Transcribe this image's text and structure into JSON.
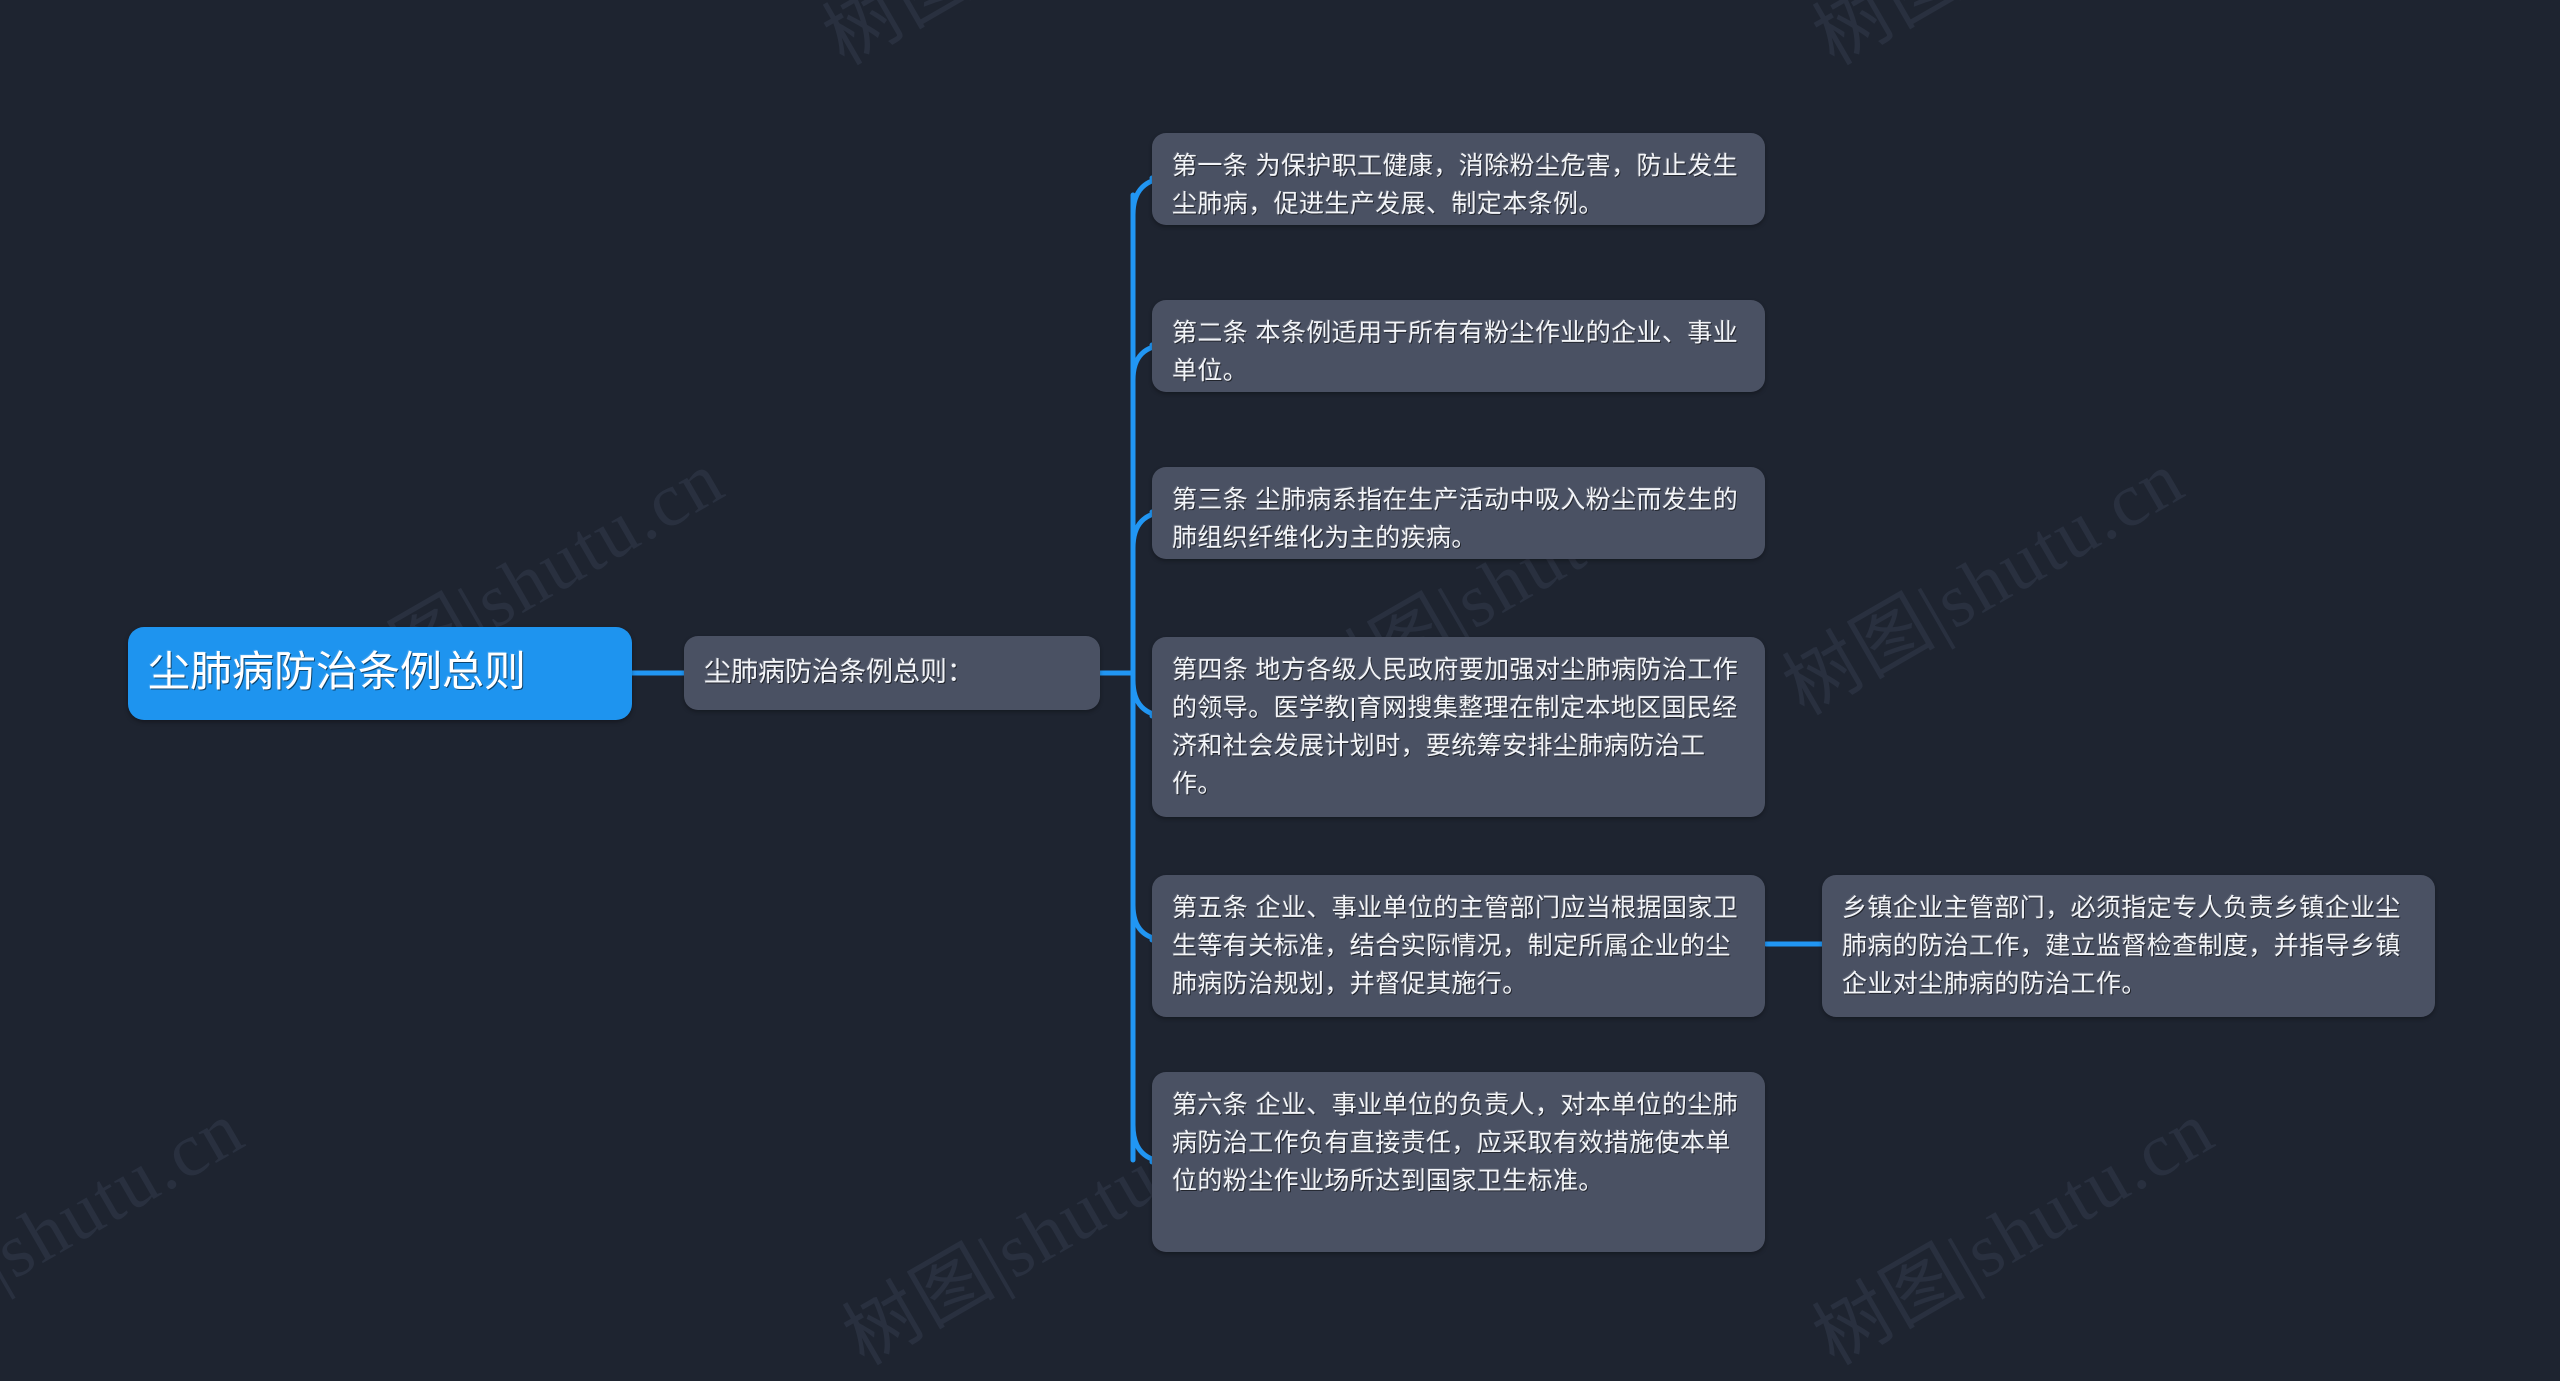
{
  "canvas": {
    "background_color": "#1e2430",
    "node_color": "#4a5163",
    "root_color": "#1e94ef",
    "connector_color": "#2196f3",
    "text_color": "#f2f4f8",
    "watermark_text": "树图|shutu.cn"
  },
  "root": {
    "label": "尘肺病防治条例总则"
  },
  "branch": {
    "label": "尘肺病防治条例总则："
  },
  "leaves": [
    {
      "id": "article-1",
      "label": "第一条 为保护职工健康，消除粉尘危害，防止发生尘肺病，促进生产发展、制定本条例。"
    },
    {
      "id": "article-2",
      "label": "第二条 本条例适用于所有有粉尘作业的企业、事业单位。"
    },
    {
      "id": "article-3",
      "label": "第三条 尘肺病系指在生产活动中吸入粉尘而发生的肺组织纤维化为主的疾病。"
    },
    {
      "id": "article-4",
      "label": "第四条 地方各级人民政府要加强对尘肺病防治工作的领导。医学教|育网搜集整理在制定本地区国民经济和社会发展计划时，要统筹安排尘肺病防治工作。"
    },
    {
      "id": "article-5",
      "label": "第五条 企业、事业单位的主管部门应当根据国家卫生等有关标准，结合实际情况，制定所属企业的尘肺病防治规划，并督促其施行。"
    },
    {
      "id": "article-6",
      "label": "第六条 企业、事业单位的负责人，对本单位的尘肺病防治工作负有直接责任，应采取有效措施使本单位的粉尘作业场所达到国家卫生标准。"
    }
  ],
  "subleaves": [
    {
      "id": "article-5-sub",
      "parent": "article-5",
      "label": "乡镇企业主管部门，必须指定专人负责乡镇企业尘肺病的防治工作，建立监督检查制度，并指导乡镇企业对尘肺病的防治工作。"
    }
  ]
}
